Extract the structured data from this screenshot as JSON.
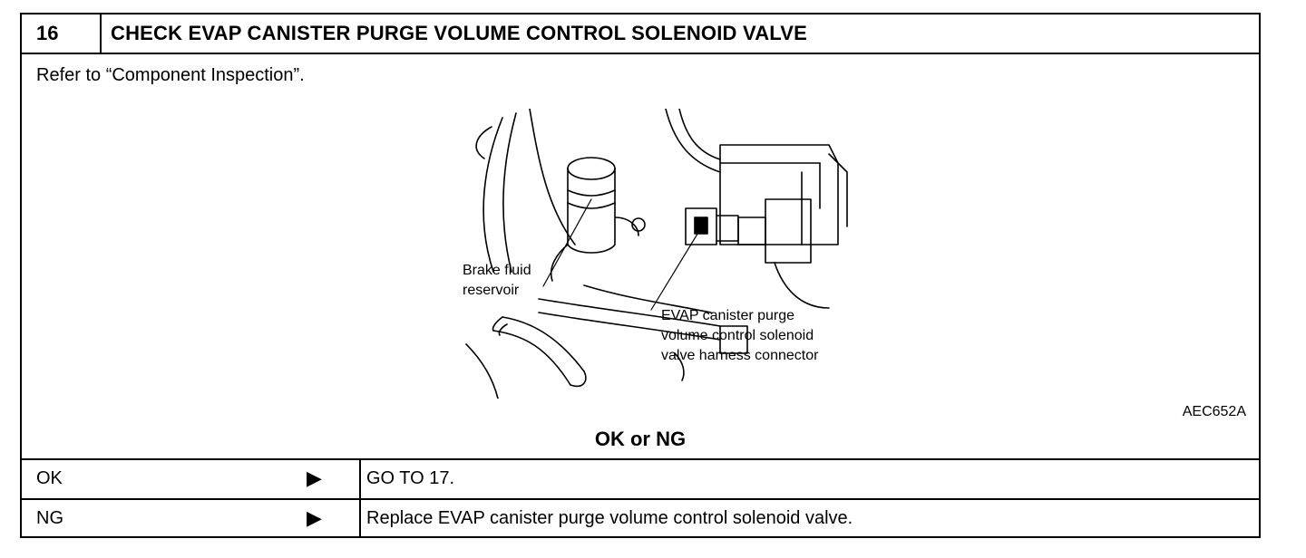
{
  "step": {
    "number": "16",
    "title": "CHECK EVAP CANISTER PURGE VOLUME CONTROL SOLENOID VALVE"
  },
  "instruction": "Refer to “Component Inspection”.",
  "figure": {
    "label_reservoir_line1": "Brake fluid",
    "label_reservoir_line2": "reservoir",
    "label_connector_line1": "EVAP canister purge",
    "label_connector_line2": "volume control solenoid",
    "label_connector_line3": "valve harness connector",
    "code": "AEC652A"
  },
  "decision_prompt": "OK or NG",
  "results": [
    {
      "label": "OK",
      "arrow": "▶",
      "action": "GO TO 17."
    },
    {
      "label": "NG",
      "arrow": "▶",
      "action": "Replace EVAP canister purge volume control solenoid valve."
    }
  ]
}
